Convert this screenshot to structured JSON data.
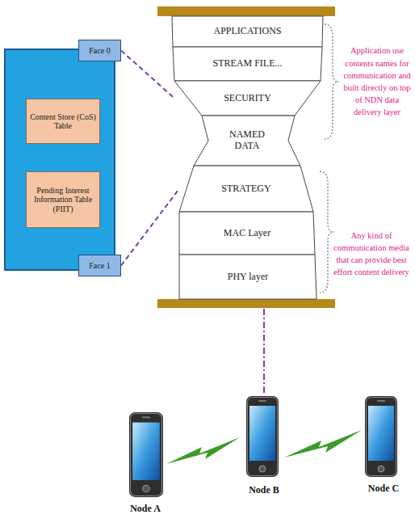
{
  "diagram": {
    "nodes": [
      {
        "text": []
      },
      {
        "text": [
          "Face 0"
        ],
        "in": 0
      },
      {
        "text": [
          "Content Store (CoS) Table"
        ],
        "in": 0
      },
      {
        "text": [
          "Pending Interest Information Table (PIIT)"
        ],
        "in": 0
      },
      {
        "text": [
          "Face 1"
        ],
        "in": 0
      },
      {
        "text": [
          "APPLICATIONS"
        ]
      },
      {
        "text": [
          "STREAM FILE..."
        ]
      },
      {
        "text": [
          "SECURITY"
        ]
      },
      {
        "text": [
          "NAMED DATA"
        ]
      },
      {
        "text": [
          "STRATEGY"
        ]
      },
      {
        "text": [
          "MAC Layer"
        ]
      },
      {
        "text": [
          "PHY layer"
        ]
      }
    ],
    "edges": [
      {
        "from": 1,
        "to": 7,
        "arrow": "none"
      },
      {
        "from": 4,
        "to": 9,
        "arrow": "none"
      }
    ],
    "labels": [
      "Application use contents names for communication and built directly on top of NDN data delivery layer",
      "Any kind of communication media that can provide best effort content delivery",
      "Node A",
      "Node B",
      "Node C"
    ]
  }
}
